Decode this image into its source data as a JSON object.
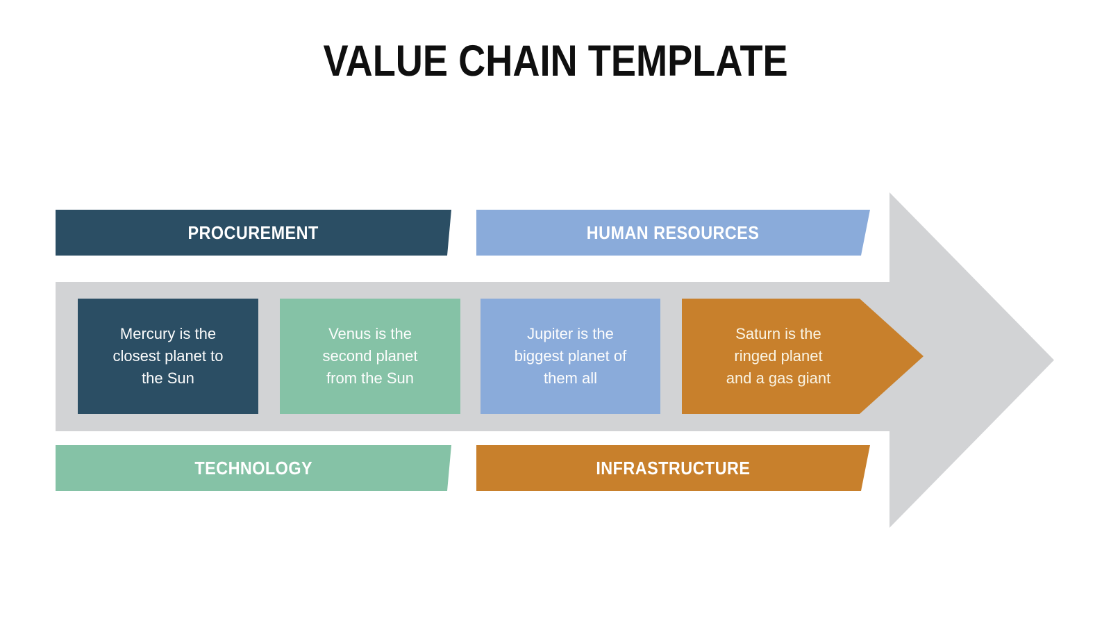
{
  "title": "VALUE CHAIN TEMPLATE",
  "palette": {
    "navy": "#2b4e64",
    "light_blue": "#8aabda",
    "green": "#85c2a6",
    "orange": "#c8802c",
    "arrow_gray": "#d2d3d5",
    "title_black": "#0f0f0f",
    "label_white": "#ffffff",
    "cream_text": "#faf4e4"
  },
  "support_bars": {
    "top": [
      {
        "label": "PROCUREMENT",
        "color": "#2b4e64"
      },
      {
        "label": "HUMAN RESOURCES",
        "color": "#8aabda"
      }
    ],
    "bottom": [
      {
        "label": "TECHNOLOGY",
        "color": "#85c2a6"
      },
      {
        "label": "INFRASTRUCTURE",
        "color": "#c8802c"
      }
    ]
  },
  "chain_steps": [
    {
      "name": "mercury",
      "text": [
        "Mercury is the",
        "closest planet to",
        "the Sun"
      ],
      "color": "#2b4e64",
      "text_color": "#fdfdfd"
    },
    {
      "name": "venus",
      "text": [
        "Venus is the",
        "second planet",
        "from the Sun"
      ],
      "color": "#85c2a6",
      "text_color": "#fdfdfd"
    },
    {
      "name": "jupiter",
      "text": [
        "Jupiter is the",
        "biggest planet of",
        "them all"
      ],
      "color": "#8aabda",
      "text_color": "#fdfdfd"
    },
    {
      "name": "saturn",
      "text": [
        "Saturn is the",
        "ringed planet",
        "and a gas giant"
      ],
      "color": "#c8802c",
      "text_color": "#faf4e4"
    }
  ]
}
